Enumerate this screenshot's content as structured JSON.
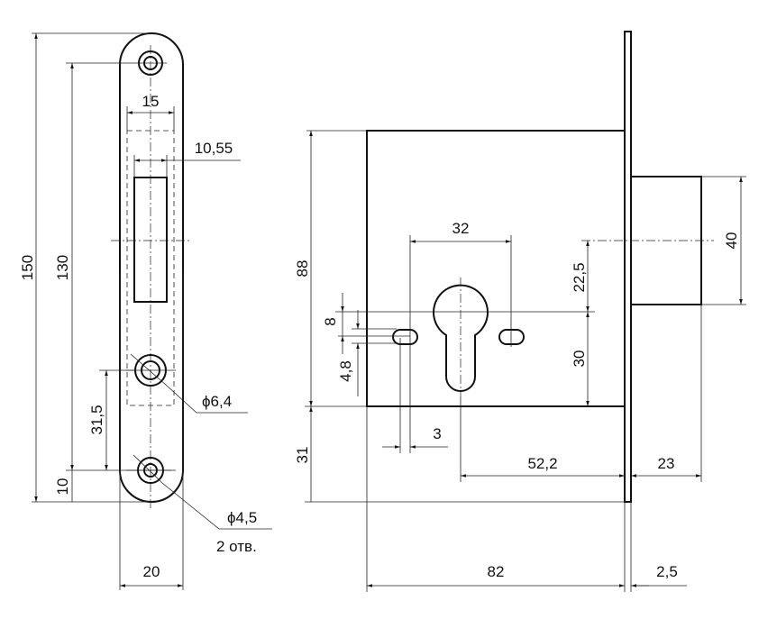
{
  "strike_plate": {
    "dims": {
      "total_height": "150",
      "hole_spacing": "130",
      "width_inner": "15",
      "slot_width": "10,55",
      "hole_offset": "31,5",
      "edge_offset": "10",
      "plate_width": "20"
    },
    "callouts": {
      "mid_hole": "ϕ6,4",
      "end_holes": "ϕ4,5",
      "end_holes_count": "2 отв."
    }
  },
  "lock_body": {
    "dims": {
      "cyl_spacing": "32",
      "body_height": "88",
      "bottom_offset": "31",
      "upper": "22,5",
      "lower": "30",
      "bolt_height": "40",
      "slot_pitch": "8",
      "slot_height": "4,8",
      "slot_width": "3",
      "backset": "52,2",
      "bolt_throw": "23",
      "body_depth": "82",
      "faceplate": "2,5"
    }
  }
}
